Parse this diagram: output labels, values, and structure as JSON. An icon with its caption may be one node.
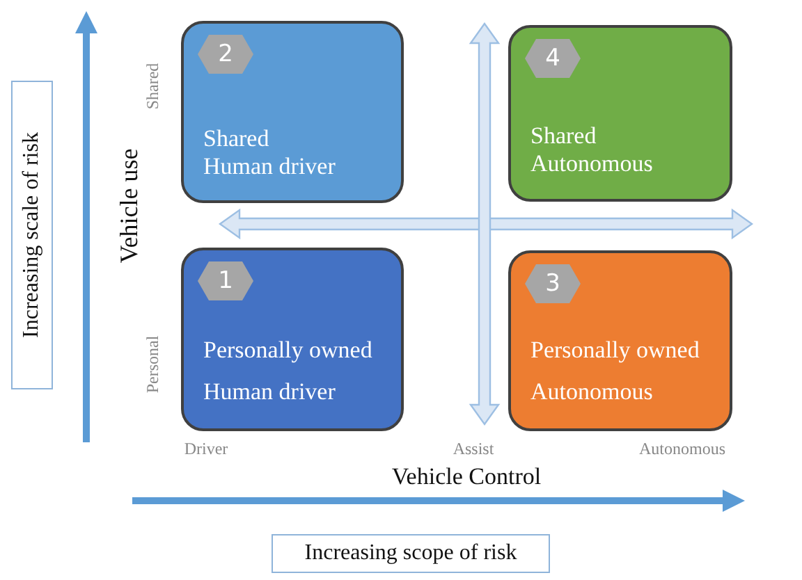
{
  "diagram": {
    "nodes": [
      {
        "text": [
          "Shared",
          "Human driver"
        ]
      },
      {
        "text": [
          "2"
        ],
        "in": 0
      },
      {
        "text": [
          "Shared",
          "Autonomous"
        ]
      },
      {
        "text": [
          "4"
        ],
        "in": 2
      },
      {
        "text": [
          "Increasing scale of risk"
        ]
      },
      {
        "text": [
          "Personally owned",
          "Human driver"
        ]
      },
      {
        "text": [
          "1"
        ],
        "in": 5
      },
      {
        "text": [
          "Personally owned",
          "Autonomous"
        ]
      },
      {
        "text": [
          "3"
        ],
        "in": 7
      },
      {
        "text": [
          "Increasing scope of risk"
        ]
      }
    ],
    "labels": [
      "Shared",
      "Vehicle use",
      "Personal",
      "Driver",
      "Assist",
      "Autonomous",
      "Vehicle Control"
    ]
  }
}
